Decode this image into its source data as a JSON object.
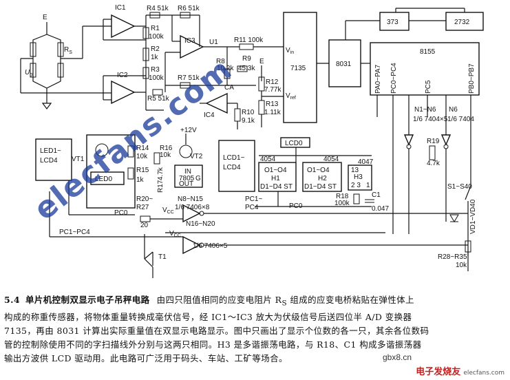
{
  "labels": {
    "e_top": "E",
    "rs": "R",
    "rs_sub": "S",
    "u0": "U",
    "u0_sub": "0",
    "ic1": "IC1",
    "ic2": "IC2",
    "ic3": "IC3",
    "ic4": "IC4",
    "ca": "CA",
    "r4": "R4 51k",
    "r6": "R6 51k",
    "r1": "R1",
    "r1v": "100k",
    "r2": "R2",
    "r2v": "1k",
    "r3": "R3",
    "r3v": "100k",
    "r5": "R5 51k",
    "r7": "R7 51k",
    "u1": "U1",
    "r11": "R11 100k",
    "r8": "R8",
    "r8v": "10.2k",
    "r9": "R9",
    "r9v": "45.3k",
    "e_mid": "E",
    "r12": "R12",
    "r12v": "7.77k",
    "r13": "R13",
    "r13v": "1.11k",
    "r10": "R10",
    "r10v": "9.1k",
    "vin": "V",
    "vin_sub": "in",
    "vref": "V",
    "vref_sub": "ref",
    "c7135": "7135",
    "c8031": "8031",
    "c373": "373",
    "c2732": "2732",
    "c8155": "8155",
    "pa": "PA0~PA7",
    "pc0pc4": "PC0~PC4",
    "pc5": "PC5",
    "pb": "PB0~PB7",
    "n1n6": "N1~N6",
    "n6": "N6",
    "inv1": "1/6 7404×5",
    "inv2": "1/6 7404",
    "r19": "R19",
    "r19v": "4.7k",
    "s1s40": "S1~S40",
    "vd": "VD1~VD40",
    "r28": "R28~R35",
    "r28v": "10k",
    "led1": "LED1~",
    "led1b": "LCD4",
    "vt1": "VT1",
    "led0": "LED0",
    "r14": "R14",
    "r14v": "10k",
    "r15": "R15",
    "r15v": "1k",
    "r16": "R16",
    "r16v": "10k",
    "r17": "R17",
    "r17v": "4.7k",
    "vt2": "VT2",
    "v12": "+12V",
    "reg1": "IN",
    "reg2": "7805",
    "reg3": "G",
    "reg4": "OUT",
    "lcd1": "LCD1~",
    "lcd1b": "LCD4",
    "lcd0": "LCD0",
    "h1a": "4054",
    "h1b": "O1~O4",
    "h1c": "H1",
    "h1d": "D1~D4 ST",
    "h2a": "4054",
    "h2b": "O1~O4",
    "h2c": "H2",
    "h2d": "D1~D4 ST",
    "h3a": "4047",
    "h3b": "13",
    "h3c": "H3",
    "h3d": "2  3",
    "h3e": "1",
    "r18": "R18",
    "r18v": "100k",
    "c1": "C1",
    "c1v": "0.047",
    "pc1pc4a": "PC1~",
    "pc1pc4b": "PC4",
    "pc0a": "PC0",
    "pc0b": "PC0",
    "r20": "R20~",
    "r27": "R27",
    "r20v": "20",
    "n8": "N8~N15",
    "n16": "N16~N20",
    "g1": "1/6 7406×8",
    "g2": "1/6 7406×5",
    "vcc1": "V",
    "vcc2": "V",
    "vcc_sub": "CC",
    "pc1pc4c": "PC1~PC4",
    "t1": "T1"
  },
  "caption": {
    "section": "5.4",
    "title": "单片机控制双显示电子吊秤电路",
    "line1": "由四只阻值相同的应变电阻片 R",
    "rs_sub": "S",
    "line1b": " 组成的应变电桥粘贴在弹性体上",
    "line2": "构成的称重传感器，将物体重量转换成毫伏信号，经 IC1～IC3 放大为伏级信号后送四位半 A/D 变换器",
    "line3": "7135，再由 8031 计算出实际重量值在双显示电路显示。图中只画出了显示个位数的各一只，其余各位数码",
    "line4": "管的控制除使用不同的字扫描线外分别与这两只相同。H3 是多谐振荡电路，与 R18、C1 构成多谐振荡器",
    "line5": "输出方波供 LCD 驱动用。此电路可广泛用于码头、车站、工矿等场合。"
  },
  "watermark": {
    "main": "elecfans.com",
    "sub": "gbx8.cn",
    "logo": "电子发烧友",
    "logo_sub": "elecfans.com"
  }
}
